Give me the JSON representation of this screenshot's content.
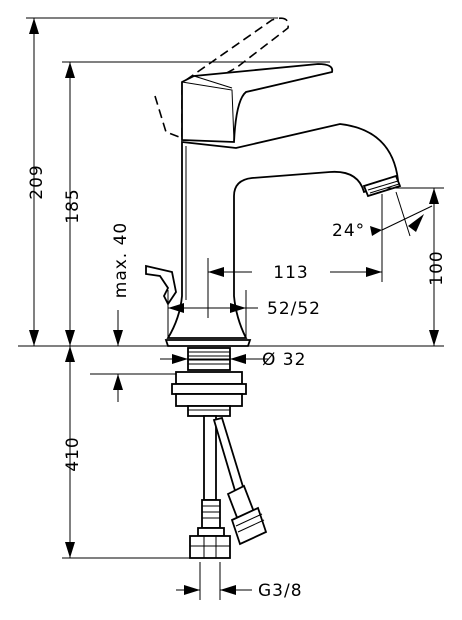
{
  "dimensions": {
    "total_height": "209",
    "spout_height": "185",
    "max_thickness": "max. 40",
    "spout_reach": "113",
    "spout_angle": "24°",
    "outlet_height": "100",
    "hole_diameter": "52/52",
    "thread_diameter": "Ø 32",
    "hose_length": "410",
    "connection": "G3/8"
  }
}
